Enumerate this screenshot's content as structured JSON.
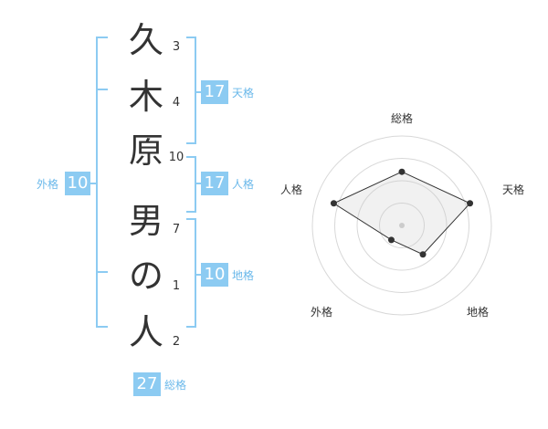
{
  "colors": {
    "bracket": "#8ccbf2",
    "badge_bg": "#8ccbf2",
    "badge_text": "#ffffff",
    "label": "#6ab8ea",
    "line": "#333333"
  },
  "name": {
    "chars": [
      {
        "char": "久",
        "strokes": "3"
      },
      {
        "char": "木",
        "strokes": "4"
      },
      {
        "char": "原",
        "strokes": "10"
      },
      {
        "char": "男",
        "strokes": "7"
      },
      {
        "char": "の",
        "strokes": "1"
      },
      {
        "char": "人",
        "strokes": "2"
      }
    ]
  },
  "fortunes": {
    "tenkaku": {
      "label": "天格",
      "value": "17"
    },
    "jinkaku": {
      "label": "人格",
      "value": "17"
    },
    "chikaku": {
      "label": "地格",
      "value": "10"
    },
    "gaikaku": {
      "label": "外格",
      "value": "10"
    },
    "soukaku": {
      "label": "総格",
      "value": "27"
    }
  },
  "chart_data": {
    "type": "radar",
    "axes": [
      "総格",
      "天格",
      "地格",
      "外格",
      "人格"
    ],
    "values": [
      3,
      4,
      2,
      1,
      4
    ],
    "rmax": 5,
    "rings": 4
  }
}
